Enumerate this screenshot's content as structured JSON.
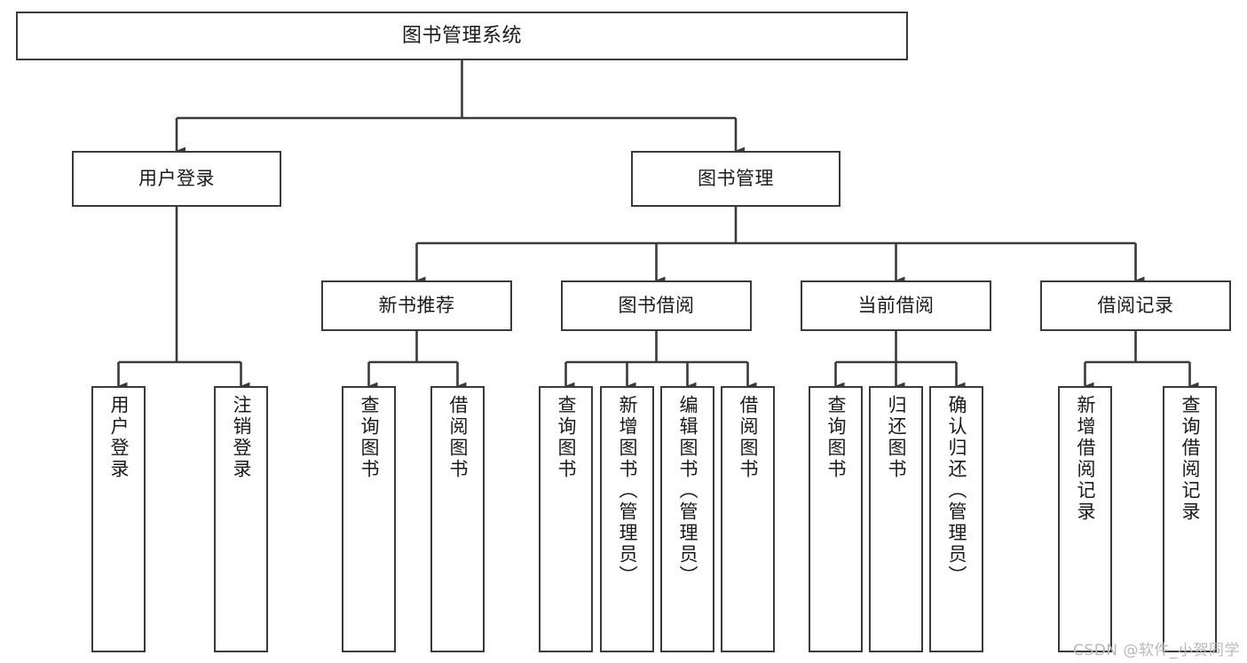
{
  "diagram": {
    "title": "图书管理系统",
    "type": "tree",
    "stroke_color": "#3a3a3a",
    "fill_color": "#ffffff",
    "text_color": "#1a1a1a",
    "watermark": "CSDN @软件_小贺同学"
  },
  "nodes": {
    "root": {
      "label": "图书管理系统"
    },
    "level2": [
      {
        "id": "user-login",
        "label": "用户登录"
      },
      {
        "id": "book-management",
        "label": "图书管理"
      }
    ],
    "level3": [
      {
        "id": "new-book-recommend",
        "label": "新书推荐"
      },
      {
        "id": "book-borrow",
        "label": "图书借阅"
      },
      {
        "id": "current-borrow",
        "label": "当前借阅"
      },
      {
        "id": "borrow-record",
        "label": "借阅记录"
      }
    ],
    "leaves": [
      {
        "id": "leaf-user-login",
        "label": "用户登录",
        "parent": "user-login"
      },
      {
        "id": "leaf-user-logout",
        "label": "注销登录",
        "parent": "user-login"
      },
      {
        "id": "leaf-query-book-1",
        "label": "查询图书",
        "parent": "new-book-recommend"
      },
      {
        "id": "leaf-borrow-book-1",
        "label": "借阅图书",
        "parent": "new-book-recommend"
      },
      {
        "id": "leaf-query-book-2",
        "label": "查询图书",
        "parent": "book-borrow"
      },
      {
        "id": "leaf-add-book",
        "label": "新增图书（管理员）",
        "parent": "book-borrow"
      },
      {
        "id": "leaf-edit-book",
        "label": "编辑图书（管理员）",
        "parent": "book-borrow"
      },
      {
        "id": "leaf-borrow-book-2",
        "label": "借阅图书",
        "parent": "book-borrow"
      },
      {
        "id": "leaf-query-book-3",
        "label": "查询图书",
        "parent": "current-borrow"
      },
      {
        "id": "leaf-return-book",
        "label": "归还图书",
        "parent": "current-borrow"
      },
      {
        "id": "leaf-confirm-return",
        "label": "确认归还（管理员）",
        "parent": "current-borrow"
      },
      {
        "id": "leaf-add-record",
        "label": "新增借阅记录",
        "parent": "borrow-record"
      },
      {
        "id": "leaf-query-record",
        "label": "查询借阅记录",
        "parent": "borrow-record"
      }
    ]
  }
}
